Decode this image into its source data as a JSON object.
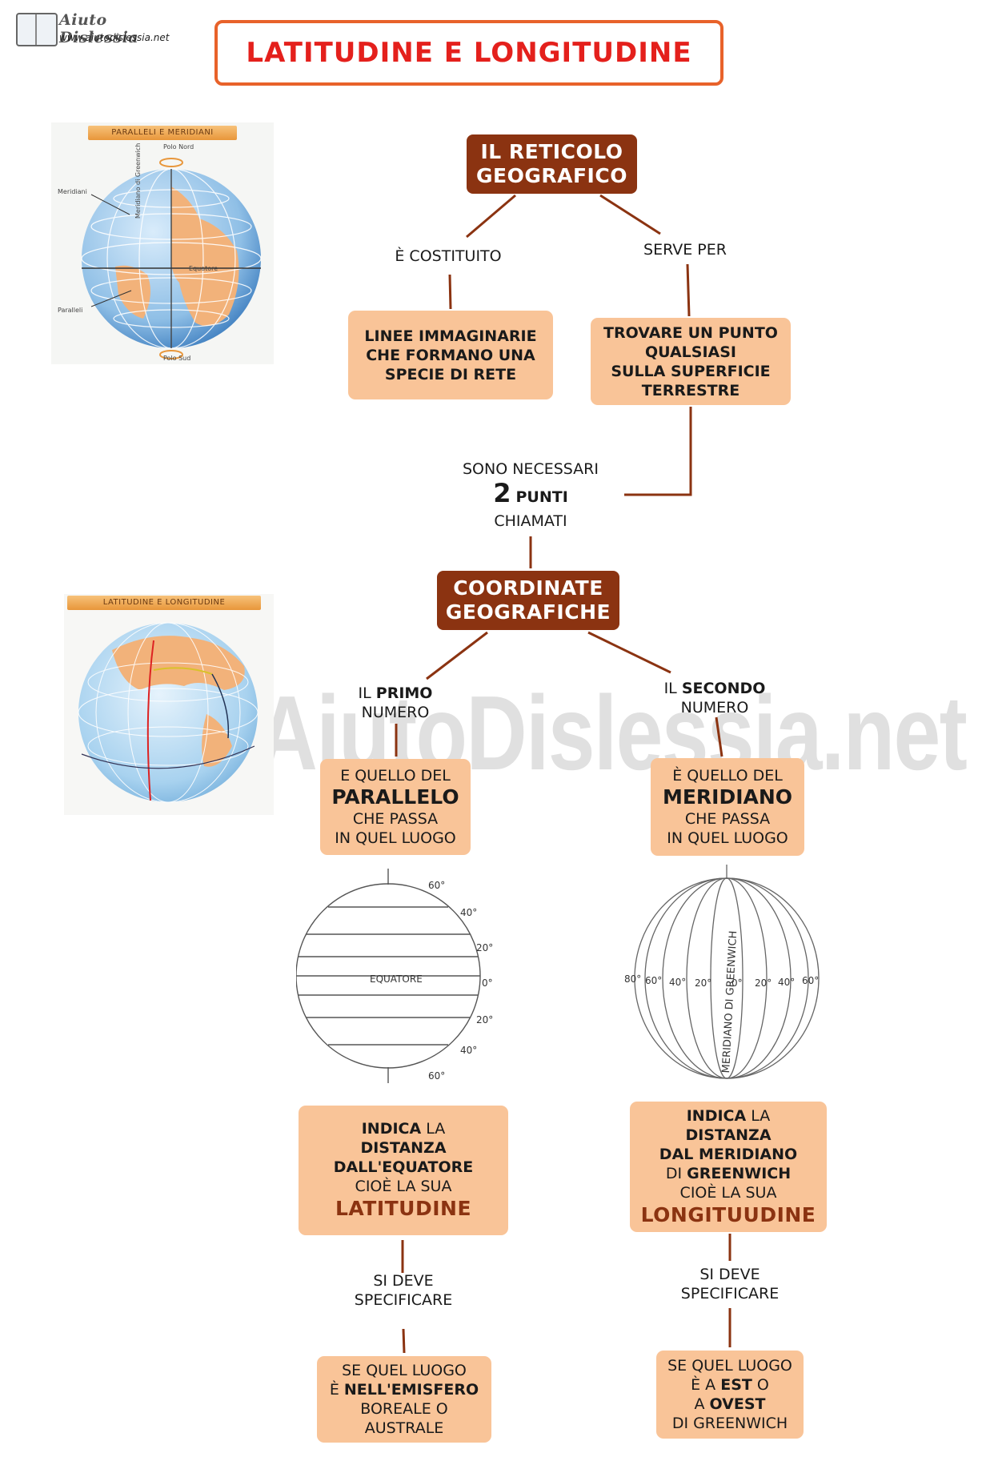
{
  "logo": {
    "title": "Aiuto Dislessia",
    "url": "www.aiutodislessia.net"
  },
  "title": "LATITUDINE E LONGITUDINE",
  "watermark": "By AiutoDislessia.net",
  "nodes": {
    "reticolo": [
      "IL RETICOLO",
      "GEOGRAFICO"
    ],
    "linee": [
      "LINEE IMMAGINARIE",
      "CHE FORMANO UNA",
      "SPECIE DI RETE"
    ],
    "trovare": [
      "TROVARE UN PUNTO",
      "QUALSIASI",
      "SULLA SUPERFICIE",
      "TERRESTRE"
    ],
    "coordinate": [
      "COORDINATE",
      "GEOGRAFICHE"
    ],
    "parallelo": {
      "l1": "E QUELLO DEL",
      "big": "PARALLELO",
      "l3": "CHE PASSA",
      "l4": "IN QUEL LUOGO"
    },
    "meridiano": {
      "l1": "È QUELLO DEL",
      "big": "MERIDIANO",
      "l3": "CHE PASSA",
      "l4": "IN QUEL LUOGO"
    },
    "indica_lat": {
      "b1": "INDICA",
      "n1": " LA",
      "b2": "DISTANZA",
      "b3": "DALL'EQUATORE",
      "n4": "CIOÈ LA SUA",
      "big": "LATITUDINE"
    },
    "indica_lon": {
      "b1": "INDICA",
      "n1": " LA",
      "b2": "DISTANZA",
      "b3": "DAL MERIDIANO",
      "n4a": "DI ",
      "b4": "GREENWICH",
      "n5": "CIOÈ LA SUA",
      "big": "LONGITUUDINE"
    },
    "emisfero": {
      "l1": "SE QUEL LUOGO",
      "l2a": "È ",
      "l2b": "NELL'EMISFERO",
      "l3": "BOREALE O",
      "l4": "AUSTRALE"
    },
    "est_ovest": {
      "l1": "SE QUEL LUOGO",
      "l2a": "È A ",
      "l2b": "EST",
      "l2c": " O",
      "l3a": "A ",
      "l3b": "OVEST",
      "l4": "DI GREENWICH"
    }
  },
  "labels": {
    "costituito": "È COSTITUITO",
    "serve": "SERVE PER",
    "necessari": "SONO NECESSARI",
    "due": "2",
    "punti": "PUNTI",
    "chiamati": "CHIAMATI",
    "primo": {
      "a": "IL ",
      "b": "PRIMO",
      "c": "NUMERO"
    },
    "secondo": {
      "a": "IL ",
      "b": "SECONDO",
      "c": "NUMERO"
    },
    "deve_left": [
      "SI DEVE",
      "SPECIFICARE"
    ],
    "deve_right": [
      "SI DEVE",
      "SPECIFICARE"
    ]
  },
  "images": {
    "globe1": {
      "ribbon": "PARALLELI E MERIDIANI",
      "polo_nord": "Polo Nord",
      "meridiani": "Meridiani",
      "paralleli": "Paralleli",
      "polo_sud": "Polo Sud",
      "greenwich": "Meridiano di Greenwich",
      "equatore": "Equatore"
    },
    "globe2": {
      "ribbon": "LATITUDINE E LONGITUDINE"
    },
    "parallels": {
      "equatore": "EQUATORE",
      "degrees": [
        "60°",
        "40°",
        "20°",
        "0°",
        "20°",
        "40°",
        "60°"
      ]
    },
    "meridians": {
      "label": "MERIDIANO DI GREENWICH",
      "degrees": [
        "80°",
        "60°",
        "40°",
        "20°",
        "0°",
        "20°",
        "40°",
        "60°"
      ]
    }
  },
  "colors": {
    "dark_node": "#8b3311",
    "peach_node": "#f9c498",
    "title_border": "#e8622a",
    "title_text": "#e4201c"
  }
}
